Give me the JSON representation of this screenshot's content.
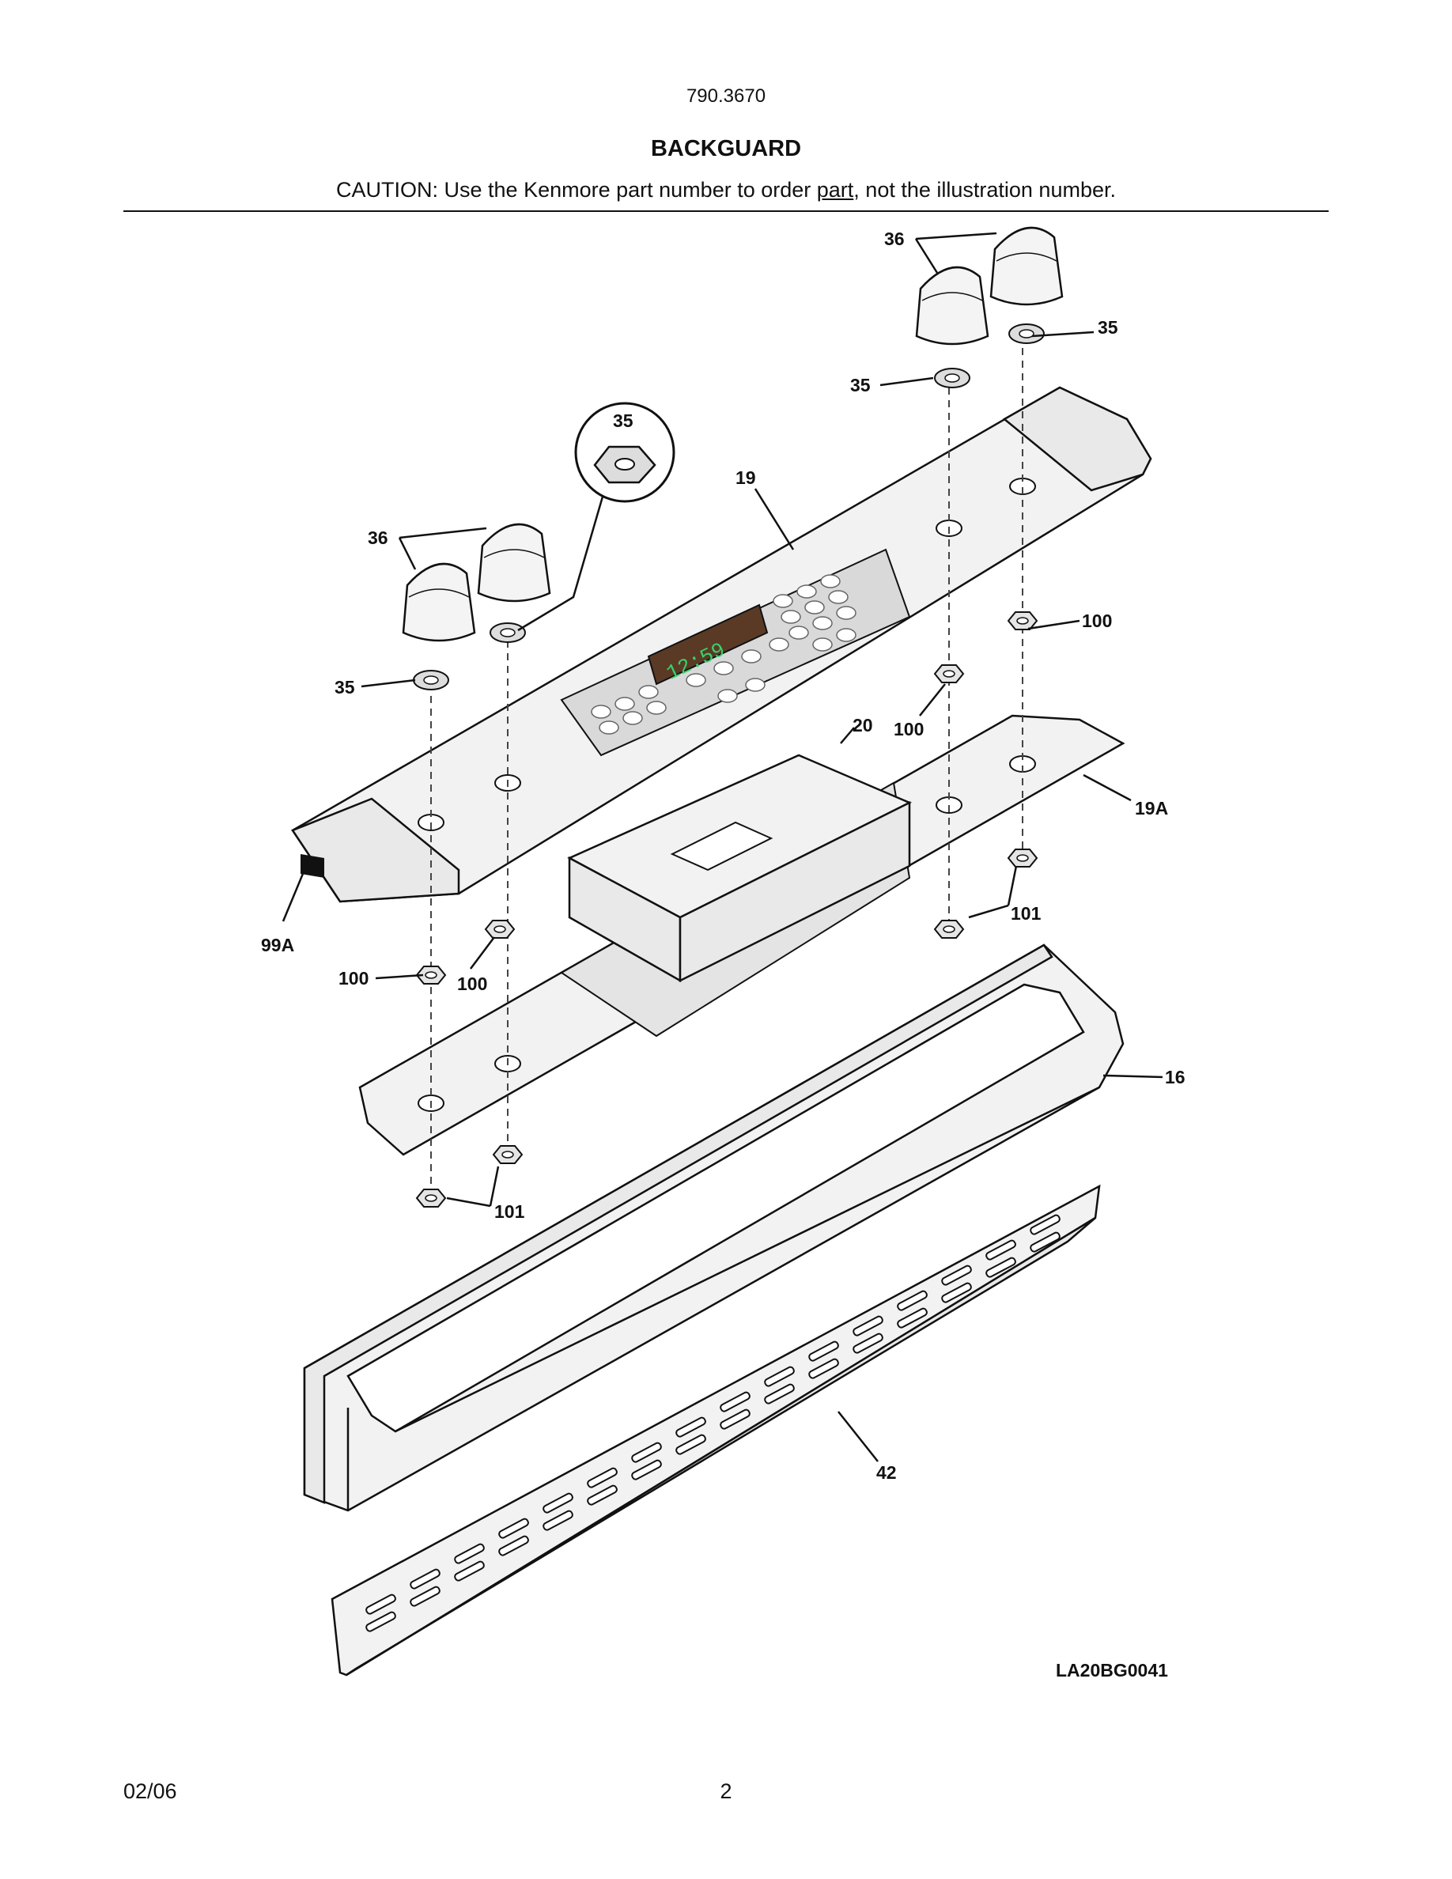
{
  "header": {
    "model": "790.3670",
    "title": "BACKGUARD",
    "caution_prefix": "CAUTION: Use the Kenmore part number to order ",
    "caution_link": "part",
    "caution_suffix": ", not the illustration number."
  },
  "diagram": {
    "callouts": {
      "c36_top": "36",
      "c35_top_right": "35",
      "c35_mid_right": "35",
      "c35_circle": "35",
      "c19": "19",
      "c36_left": "36",
      "c35_left": "35",
      "c100_right": "100",
      "c100_mid": "100",
      "c20": "20",
      "c19A": "19A",
      "c101_right": "101",
      "c99A": "99A",
      "c100_left": "100",
      "c100_left2": "100",
      "c16": "16",
      "c101_left": "101",
      "c42": "42"
    },
    "drawing_id": "LA20BG0041",
    "display_time": "12:59"
  },
  "footer": {
    "date": "02/06",
    "page": "2"
  }
}
